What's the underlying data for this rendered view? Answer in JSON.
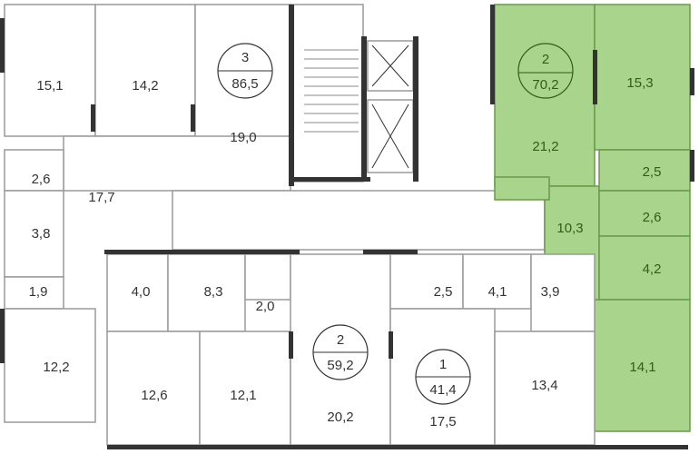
{
  "colors": {
    "selected_fill": "#a9d48b",
    "selected_text": "#2f5e1a",
    "wall": "#333333",
    "text": "#333333"
  },
  "apartments": [
    {
      "rooms_count": "3",
      "total_area": "86,5",
      "selected": false
    },
    {
      "rooms_count": "2",
      "total_area": "70,2",
      "selected": true
    },
    {
      "rooms_count": "2",
      "total_area": "59,2",
      "selected": false
    },
    {
      "rooms_count": "1",
      "total_area": "41,4",
      "selected": false
    }
  ],
  "rooms": {
    "a3": [
      "15,1",
      "14,2",
      "19,0",
      "17,7",
      "2,6",
      "3,8",
      "1,9",
      "12,2"
    ],
    "a2_green": [
      "21,2",
      "15,3",
      "10,3",
      "2,5",
      "2,6",
      "4,2",
      "14,1"
    ],
    "a2b": [
      "4,0",
      "8,3",
      "2,0",
      "12,6",
      "12,1",
      "20,2"
    ],
    "a1": [
      "2,5",
      "4,1",
      "3,9",
      "17,5",
      "13,4"
    ]
  }
}
